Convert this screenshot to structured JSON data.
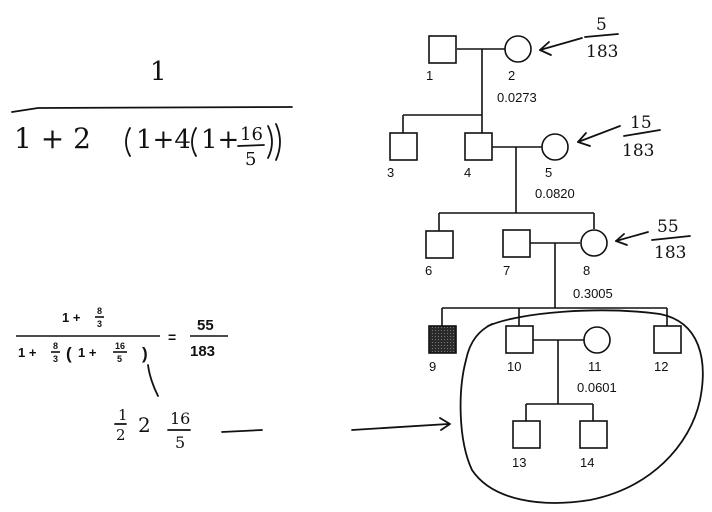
{
  "handwritten_formula": {
    "numerator": "1",
    "denominator": {
      "a": "1 + 2",
      "b": "1+4",
      "c": "1+",
      "frac_num": "16",
      "frac_den": "5"
    }
  },
  "printed_formula": {
    "num_prefix": "1 +",
    "num_frac_top": "8",
    "num_frac_bot": "3",
    "den_prefix": "1 +",
    "den_frac_top": "8",
    "den_frac_bot": "3",
    "den_inner_prefix": "1 +",
    "den_inner_frac_top": "16",
    "den_inner_frac_bot": "5",
    "equals": "=",
    "result_top": "55",
    "result_bot": "183"
  },
  "scribble": {
    "half_top": "1",
    "half_bot": "2",
    "two": "2",
    "frac_top": "16",
    "frac_bot": "5"
  },
  "pedigree": {
    "individuals": [
      {
        "id": "1",
        "sex": "male",
        "affected": false
      },
      {
        "id": "2",
        "sex": "female",
        "affected": false,
        "probability": "0.0273",
        "note_top": "5",
        "note_bot": "183"
      },
      {
        "id": "3",
        "sex": "male",
        "affected": false
      },
      {
        "id": "4",
        "sex": "male",
        "affected": false
      },
      {
        "id": "5",
        "sex": "female",
        "affected": false,
        "probability": "0.0820",
        "note_top": "15",
        "note_bot": "183"
      },
      {
        "id": "6",
        "sex": "male",
        "affected": false
      },
      {
        "id": "7",
        "sex": "male",
        "affected": false
      },
      {
        "id": "8",
        "sex": "female",
        "affected": false,
        "probability": "0.3005",
        "note_top": "55",
        "note_bot": "183"
      },
      {
        "id": "9",
        "sex": "male",
        "affected": true
      },
      {
        "id": "10",
        "sex": "male",
        "affected": false
      },
      {
        "id": "11",
        "sex": "female",
        "affected": false,
        "probability": "0.0601"
      },
      {
        "id": "12",
        "sex": "male",
        "affected": false
      },
      {
        "id": "13",
        "sex": "male",
        "affected": false
      },
      {
        "id": "14",
        "sex": "male",
        "affected": false
      }
    ]
  },
  "colors": {
    "ink": "#111111",
    "affected_fill": "#2a2a2a",
    "background": "#ffffff"
  }
}
